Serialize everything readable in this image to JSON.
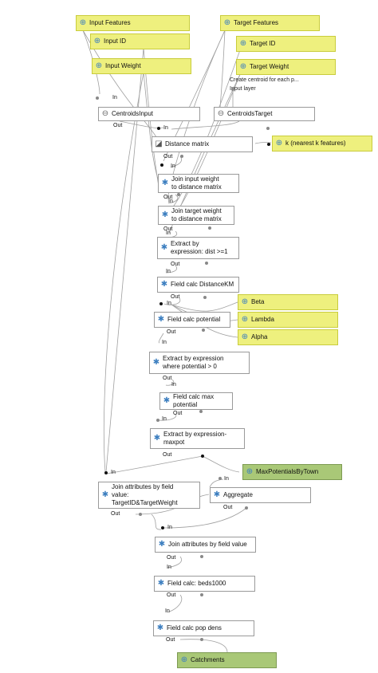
{
  "inputs": {
    "input_features": "Input Features",
    "input_id": "Input ID",
    "input_weight": "Input Weight",
    "target_features": "Target Features",
    "target_id": "Target ID",
    "target_weight": "Target Weight",
    "k": "k (nearest k features)",
    "beta": "Beta",
    "lambda": "Lambda",
    "alpha": "Alpha"
  },
  "algorithms": {
    "centroids_input": "CentroidsInput",
    "centroids_target": "CentroidsTarget",
    "distance_matrix": "Distance matrix",
    "join_input_weight": "Join input weight\nto distance matrix",
    "join_target_weight": "Join target weight\nto distance matrix",
    "extract_dist": "Extract by\nexpression: dist >=1",
    "field_calc_distkm": "Field calc DistanceKM",
    "field_calc_potential": "Field calc potential",
    "extract_potential": "Extract by expression\nwhere potential > 0",
    "field_calc_max": "Field calc max\npotential",
    "extract_maxpot": "Extract by expression-\nmaxpot",
    "join_attributes_field": "Join attributes by field\nvalue:\nTargetID&TargetWeight",
    "aggregate": "Aggregate",
    "join_attributes": "Join attributes by field value",
    "field_calc_beds": "Field calc: beds1000",
    "field_calc_popdens": "Field calc pop dens"
  },
  "outputs": {
    "max_potentials": "MaxPotentialsByTown",
    "catchments": "Catchments"
  },
  "ports": {
    "in": "In",
    "out": "Out"
  },
  "notes": {
    "create_centroid": "Create centroid for each p...",
    "input_layer": "Input layer"
  },
  "colors": {
    "input_fill": "#eef07e",
    "output_fill": "#a9c877",
    "algorithm_fill": "#ffffff",
    "connector": "#9a9a9a",
    "gear": "#3d7fc0"
  }
}
